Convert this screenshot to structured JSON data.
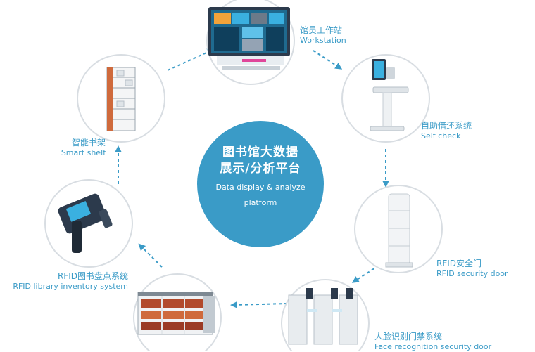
{
  "center": {
    "title_line1": "图书馆大数据",
    "title_line2": "展示/分析平台",
    "sub_line1": "Data display & analyze",
    "sub_line2": "platform"
  },
  "nodes": {
    "workstation": {
      "zh": "馆员工作站",
      "en": "Workstation"
    },
    "self_check": {
      "zh": "自助借还系统",
      "en": "Self check"
    },
    "security_door": {
      "zh": "RFID安全门",
      "en": "RFID security door"
    },
    "face_recognition": {
      "zh": "人脸识别门禁系统",
      "en": "Face recognition security door"
    },
    "inventory": {
      "zh": "RFID图书盘点系统",
      "en": "RFID library inventory system"
    },
    "smart_shelf": {
      "zh": "智能书架",
      "en": "Smart shelf"
    }
  },
  "colors": {
    "accent": "#3a9bc7",
    "center_fill": "#3a9bc7",
    "ring": "#d8dde2"
  }
}
